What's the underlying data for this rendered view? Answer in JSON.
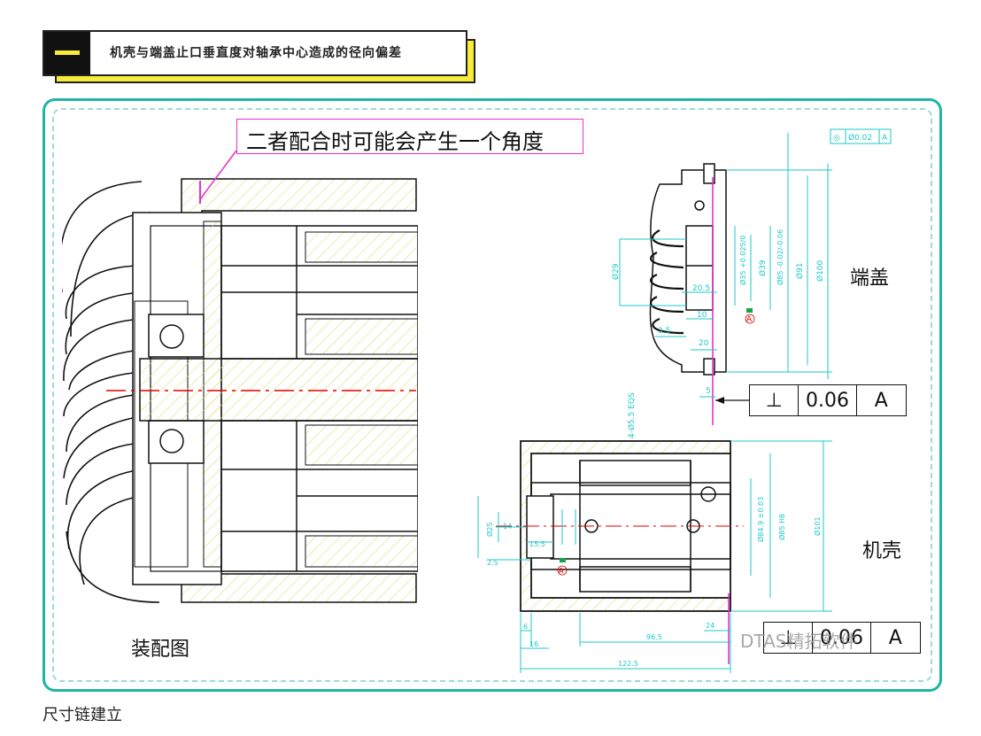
{
  "header": {
    "number": "一",
    "title": "机壳与端盖止口垂直度对轴承中心造成的径向偏差"
  },
  "assembly": {
    "callout": "二者配合时可能会产生一个角度",
    "label": "装配图"
  },
  "end_cover": {
    "label": "端盖",
    "top_tolerance": {
      "symbol": "◎",
      "value": "Ø0.02",
      "datum": "A"
    },
    "fcf": {
      "symbol": "⊥",
      "value": "0.06",
      "datum": "A"
    },
    "dims": {
      "d29": "Ø29",
      "d35": "Ø35 +0.025/0",
      "d39": "Ø39",
      "d85": "Ø85 -0.02/-0.06",
      "d91": "Ø91",
      "d100": "Ø100",
      "d20_5": "20.5",
      "d10": "10",
      "d3_5": "3.5",
      "d20": "20",
      "d5": "5",
      "holes": "4-Ø5.5 EQS",
      "datum": "A"
    }
  },
  "housing": {
    "label": "机壳",
    "fcf": {
      "symbol": "⊥",
      "value": "0.06",
      "datum": "A"
    },
    "dims": {
      "d25": "Ø25",
      "d14": "14",
      "d15_5": "15.5",
      "d2_5": "2.5",
      "d84_9": "Ø84.9 ±0.03",
      "d85h8": "Ø85 H8",
      "d101": "Ø101",
      "d6": "6",
      "d16": "16",
      "d24": "24",
      "d96_5": "96.5",
      "d122_5": "122.5",
      "datum": "A"
    }
  },
  "watermark": "DTAS精拓软件",
  "caption": "尺寸链建立",
  "colors": {
    "frame": "#1fb5a6",
    "accent": "#f7ec3a",
    "dim": "#1ec8c8",
    "callout": "#e62fd0",
    "center": "#e00000"
  }
}
